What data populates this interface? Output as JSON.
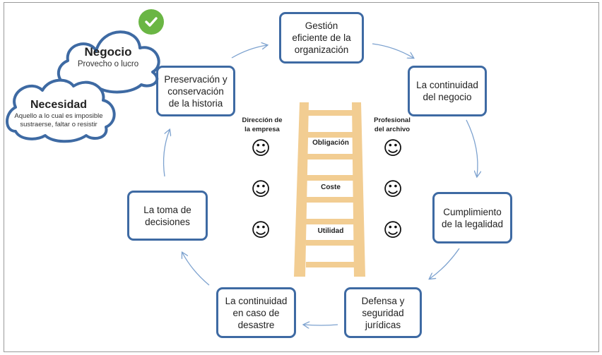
{
  "cycle": {
    "gestion": "Gestión\neficiente de la\norganización",
    "continuidad_negocio": "La continuidad\ndel negocio",
    "cumplimiento": "Cumplimiento\nde la legalidad",
    "defensa": "Defensa y\nseguridad\njurídicas",
    "desastre": "La continuidad\nen caso de\ndesastre",
    "decisiones": "La toma de\ndecisiones",
    "preservacion": "Preservación y\nconservación\nde la historia"
  },
  "clouds": {
    "negocio_title": "Negocio",
    "negocio_sub": "Provecho o lucro",
    "necesidad_title": "Necesidad",
    "necesidad_sub": "Aquello a lo cual es imposible\nsustraerse, faltar o resistir"
  },
  "ladder": {
    "left_label": "Dirección de\nla empresa",
    "right_label": "Profesional\ndel archivo",
    "rungs": [
      "Obligación",
      "Coste",
      "Utilidad"
    ]
  },
  "colors": {
    "box_border": "#3e6aa3",
    "arrow": "#7da2cf",
    "ladder": "#f2cd92",
    "check": "#6ab644"
  },
  "icons": [
    "smiley-icon",
    "check-icon",
    "cloud-icon",
    "arrow-icon",
    "ladder-icon"
  ]
}
